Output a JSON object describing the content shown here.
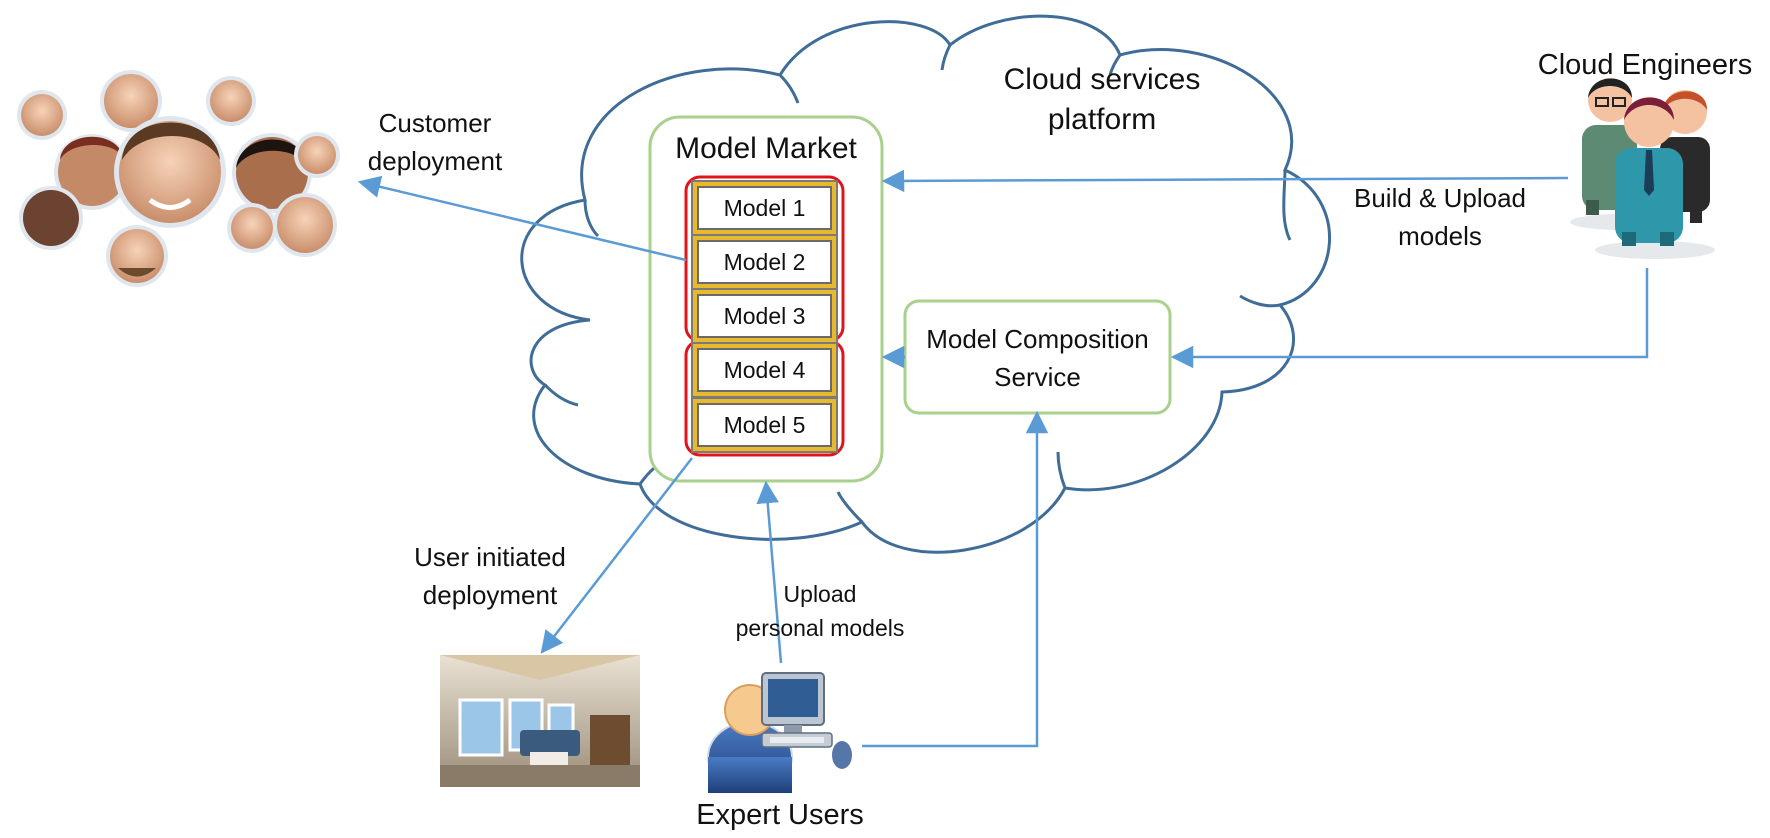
{
  "cloud": {
    "title_line1": "Cloud services",
    "title_line2": "platform"
  },
  "market": {
    "title": "Model Market",
    "models": [
      "Model 1",
      "Model 2",
      "Model 3",
      "Model 4",
      "Model 5"
    ]
  },
  "composition": {
    "line1": "Model Composition",
    "line2": "Service"
  },
  "actors": {
    "cloud_engineers": "Cloud Engineers",
    "expert_users": "Expert Users"
  },
  "flows": {
    "customer_line1": "Customer",
    "customer_line2": "deployment",
    "build_line1": "Build & Upload",
    "build_line2": "models",
    "user_line1": "User initiated",
    "user_line2": "deployment",
    "upload_line1": "Upload",
    "upload_line2": "personal models"
  },
  "colors": {
    "cloud_outline": "#3f6d98",
    "arrow": "#5b9bd5",
    "container_outline": "#a9d18e",
    "group_outline": "#e0141a",
    "model_border": "#e8b82e"
  }
}
